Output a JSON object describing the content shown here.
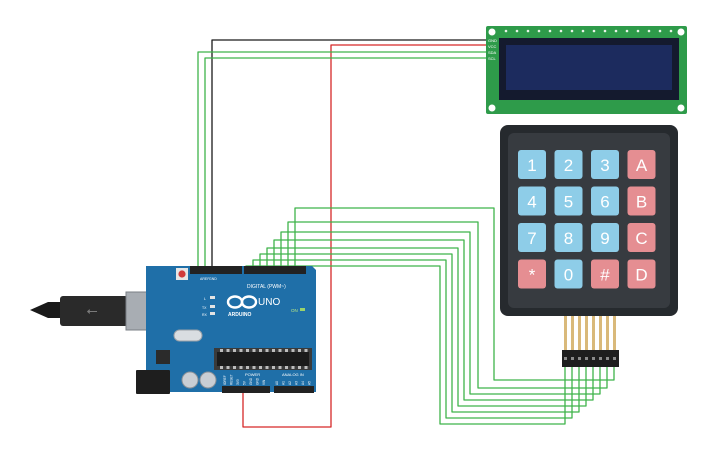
{
  "colors": {
    "wire_green": "#3fb34a",
    "wire_red": "#d62828",
    "wire_black": "#1a1a1a",
    "board_blue": "#1f6fa8",
    "lcd_pcb": "#2e9b4a",
    "lcd_screen": "#1c2b5e",
    "keypad_body": "#262a2e",
    "key_blue": "#8ecde8",
    "key_red": "#e58e92"
  },
  "lcd": {
    "pins": [
      "GND",
      "VCC",
      "SDA",
      "SCL"
    ]
  },
  "arduino": {
    "model": "UNO",
    "brand": "ARDUINO",
    "digital_label": "DIGITAL (PWM~)",
    "power_label": "POWER",
    "analog_label": "ANALOG IN",
    "on_label": "ON",
    "tx_label": "TX",
    "rx_label": "RX",
    "l_label": "L",
    "aref_label": "AREF",
    "gnd_label": "GND",
    "power_pins": [
      "IOREF",
      "RESET",
      "3V3",
      "5V",
      "GND",
      "GND",
      "VIN"
    ],
    "analog_pins": [
      "A0",
      "A1",
      "A2",
      "A3",
      "A4",
      "A5"
    ]
  },
  "keypad": {
    "keys": [
      {
        "label": "1",
        "color": "blue"
      },
      {
        "label": "2",
        "color": "blue"
      },
      {
        "label": "3",
        "color": "blue"
      },
      {
        "label": "A",
        "color": "red"
      },
      {
        "label": "4",
        "color": "blue"
      },
      {
        "label": "5",
        "color": "blue"
      },
      {
        "label": "6",
        "color": "blue"
      },
      {
        "label": "B",
        "color": "red"
      },
      {
        "label": "7",
        "color": "blue"
      },
      {
        "label": "8",
        "color": "blue"
      },
      {
        "label": "9",
        "color": "blue"
      },
      {
        "label": "C",
        "color": "red"
      },
      {
        "label": "*",
        "color": "red"
      },
      {
        "label": "0",
        "color": "blue"
      },
      {
        "label": "#",
        "color": "red"
      },
      {
        "label": "D",
        "color": "red"
      }
    ]
  }
}
